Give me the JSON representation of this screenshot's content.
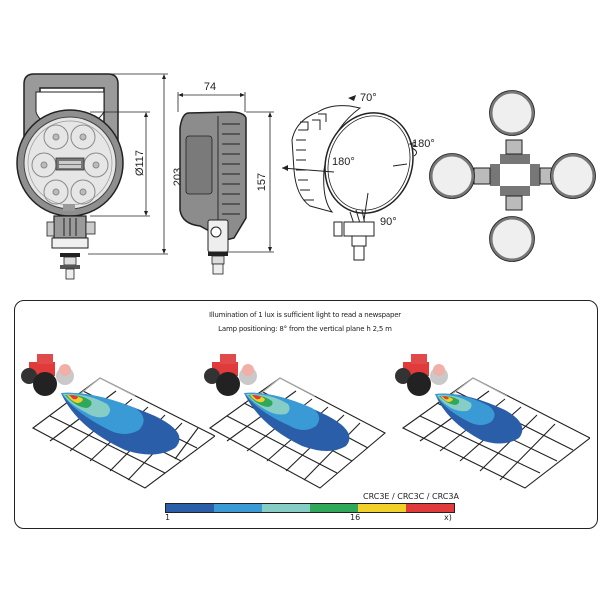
{
  "drawings": {
    "front_view": {
      "dimension_height": "203",
      "dimension_diameter": "Ø117"
    },
    "side_view": {
      "dimension_depth": "74",
      "dimension_height": "157"
    },
    "rotation_view": {
      "angle_top": "70°",
      "angle_left": "180°",
      "angle_right": "180°",
      "angle_bottom": "90°"
    },
    "cluster_view": {
      "lamp_count": 4
    }
  },
  "illumination_panel": {
    "caption_line1": "Illumination of 1 lux is sufficient light to read a newspaper",
    "caption_line2": "Lamp positioning: 8° from the vertical plane h  2,5 m",
    "plots": [
      {
        "name": "plot-crc3e"
      },
      {
        "name": "plot-crc3c"
      },
      {
        "name": "plot-crc3a"
      }
    ],
    "legend": {
      "title": "CRC3E / CRC3C / CRC3A",
      "tick_min": "1",
      "tick_mid": "16",
      "tick_max": "x)",
      "colors": [
        "#2a5ea8",
        "#3a9ad6",
        "#86cdc6",
        "#2fa85a",
        "#f2d02a",
        "#e03a3a"
      ]
    }
  }
}
